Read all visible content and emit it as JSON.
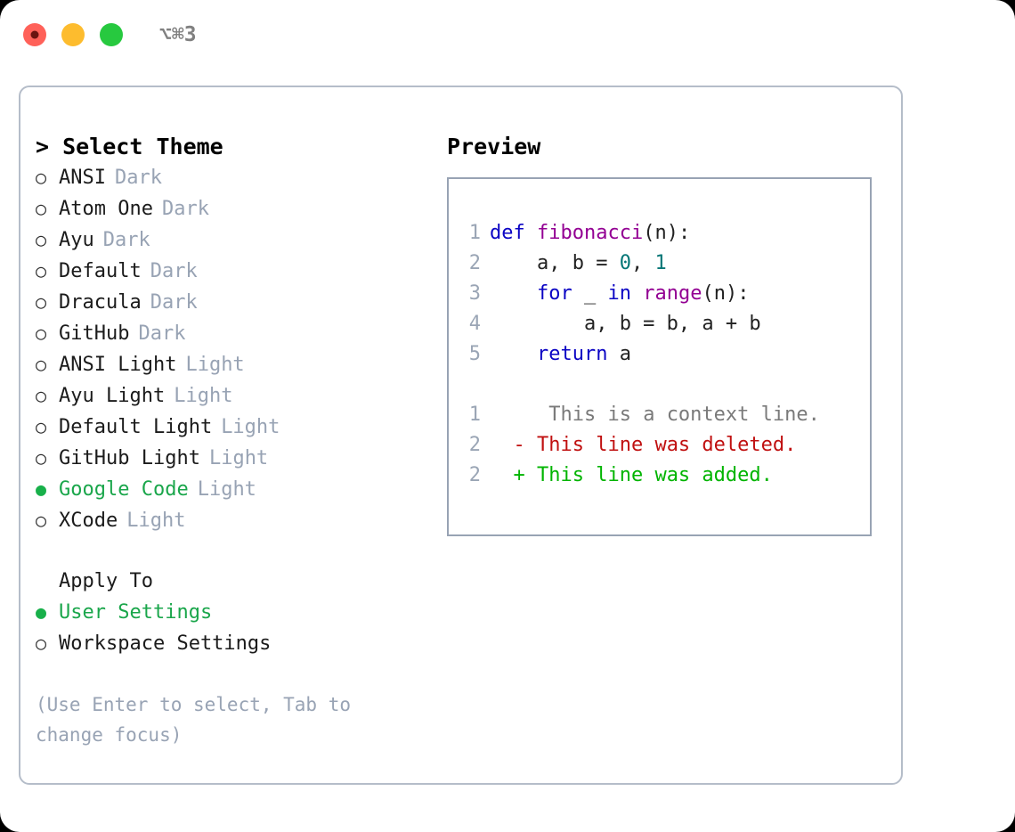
{
  "titlebar": {
    "shortcut": "⌥⌘3",
    "lights": [
      "close-light",
      "minimize-light",
      "maximize-light"
    ]
  },
  "theme_picker": {
    "title": "> Select Theme",
    "options": [
      {
        "bullet": "○",
        "label": "ANSI",
        "badge": "Dark",
        "selected": false
      },
      {
        "bullet": "○",
        "label": "Atom One",
        "badge": "Dark",
        "selected": false
      },
      {
        "bullet": "○",
        "label": "Ayu",
        "badge": "Dark",
        "selected": false
      },
      {
        "bullet": "○",
        "label": "Default",
        "badge": "Dark",
        "selected": false
      },
      {
        "bullet": "○",
        "label": "Dracula",
        "badge": "Dark",
        "selected": false
      },
      {
        "bullet": "○",
        "label": "GitHub",
        "badge": "Dark",
        "selected": false
      },
      {
        "bullet": "○",
        "label": "ANSI Light",
        "badge": "Light",
        "selected": false
      },
      {
        "bullet": "○",
        "label": "Ayu Light",
        "badge": "Light",
        "selected": false
      },
      {
        "bullet": "○",
        "label": "Default Light",
        "badge": "Light",
        "selected": false
      },
      {
        "bullet": "○",
        "label": "GitHub Light",
        "badge": "Light",
        "selected": false
      },
      {
        "bullet": "●",
        "label": "Google Code",
        "badge": "Light",
        "selected": true
      },
      {
        "bullet": "○",
        "label": "XCode",
        "badge": "Light",
        "selected": false
      }
    ]
  },
  "apply_to": {
    "title": "Apply To",
    "options": [
      {
        "bullet": "●",
        "label": "User Settings",
        "selected": true
      },
      {
        "bullet": "○",
        "label": "Workspace Settings",
        "selected": false
      }
    ]
  },
  "hint": "(Use Enter to select, Tab to change focus)",
  "preview": {
    "title": "Preview",
    "code_lines": [
      {
        "no": "1",
        "tokens": [
          {
            "t": "def",
            "c": "kw"
          },
          {
            "t": " ",
            "c": "pun"
          },
          {
            "t": "fibonacci",
            "c": "fn"
          },
          {
            "t": "(n):",
            "c": "pun"
          }
        ]
      },
      {
        "no": "2",
        "tokens": [
          {
            "t": "    a, b = ",
            "c": "pun"
          },
          {
            "t": "0",
            "c": "num"
          },
          {
            "t": ", ",
            "c": "pun"
          },
          {
            "t": "1",
            "c": "num"
          }
        ]
      },
      {
        "no": "3",
        "tokens": [
          {
            "t": "    ",
            "c": "pun"
          },
          {
            "t": "for",
            "c": "kw"
          },
          {
            "t": " _ ",
            "c": "pun"
          },
          {
            "t": "in",
            "c": "kw"
          },
          {
            "t": " ",
            "c": "pun"
          },
          {
            "t": "range",
            "c": "fn"
          },
          {
            "t": "(n):",
            "c": "pun"
          }
        ]
      },
      {
        "no": "4",
        "tokens": [
          {
            "t": "        a, b = b, a + b",
            "c": "pun"
          }
        ]
      },
      {
        "no": "5",
        "tokens": [
          {
            "t": "    ",
            "c": "pun"
          },
          {
            "t": "return",
            "c": "kw"
          },
          {
            "t": " a",
            "c": "pun"
          }
        ]
      }
    ],
    "diff_lines": [
      {
        "no": "1",
        "marker": " ",
        "text": "  This is a context line.",
        "kind": "ctx"
      },
      {
        "no": "2",
        "marker": "-",
        "text": " This line was deleted.",
        "kind": "del"
      },
      {
        "no": "2",
        "marker": "+",
        "text": " This line was added.",
        "kind": "add"
      }
    ]
  },
  "colors": {
    "accent_green": "#1aa64b",
    "muted": "#98a3b4",
    "keyword": "#0b04c4",
    "function": "#930093",
    "number": "#037676",
    "diff_deleted": "#c01010",
    "diff_added": "#00b400",
    "border": "#b5bdc9",
    "light_red": "#ff6159",
    "light_yellow": "#fdbc2e",
    "light_green": "#27c93f"
  }
}
